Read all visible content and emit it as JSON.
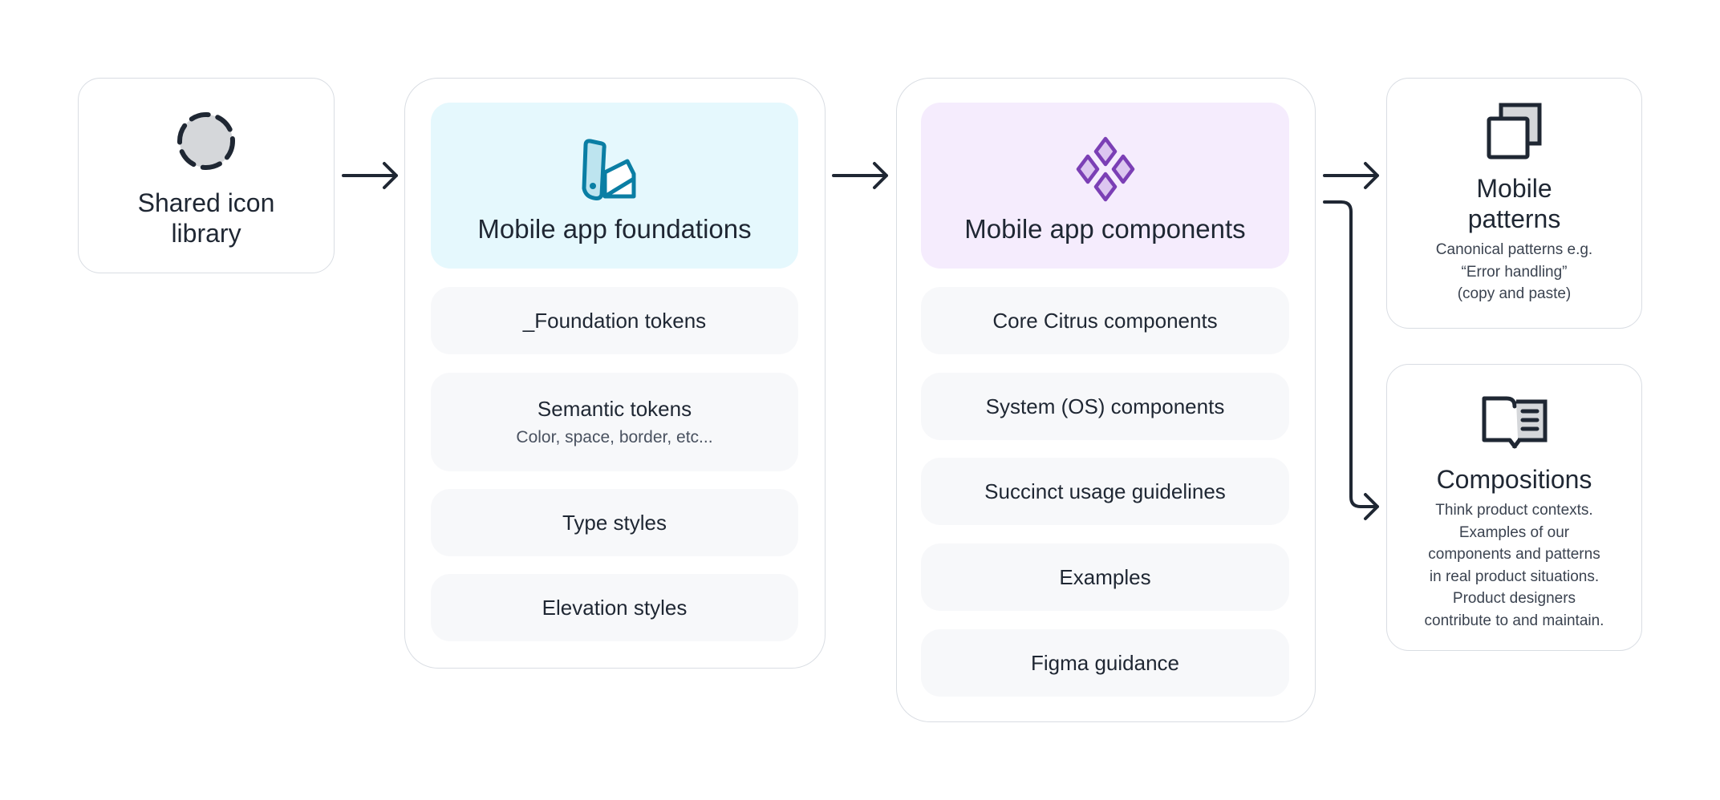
{
  "shared_library": {
    "title_line1": "Shared icon",
    "title_line2": "library",
    "icon": "dashed-circle-icon"
  },
  "foundations": {
    "title": "Mobile app foundations",
    "icon": "swatch-book-icon",
    "accent": "#0a7ea4",
    "header_bg": "#e5f8fd",
    "items": [
      {
        "label": "_Foundation tokens"
      },
      {
        "label": "Semantic tokens",
        "sub": "Color, space, border, etc..."
      },
      {
        "label": "Type styles"
      },
      {
        "label": "Elevation styles"
      }
    ]
  },
  "components": {
    "title": "Mobile app components",
    "icon": "component-diamonds-icon",
    "accent": "#7b3fb5",
    "header_bg": "#f5ecfd",
    "items": [
      {
        "label": "Core Citrus components"
      },
      {
        "label": "System (OS) components"
      },
      {
        "label": "Succinct usage guidelines"
      },
      {
        "label": "Examples"
      },
      {
        "label": "Figma guidance"
      }
    ]
  },
  "patterns": {
    "title_line1": "Mobile",
    "title_line2": "patterns",
    "icon": "copy-pages-icon",
    "desc": [
      "Canonical patterns e.g.",
      "“Error handling”",
      "(copy and paste)"
    ]
  },
  "compositions": {
    "title": "Compositions",
    "icon": "open-book-icon",
    "desc": [
      "Think product contexts.",
      "Examples of our",
      "components and patterns",
      "in real product situations.",
      "Product designers",
      "contribute to and maintain."
    ]
  }
}
